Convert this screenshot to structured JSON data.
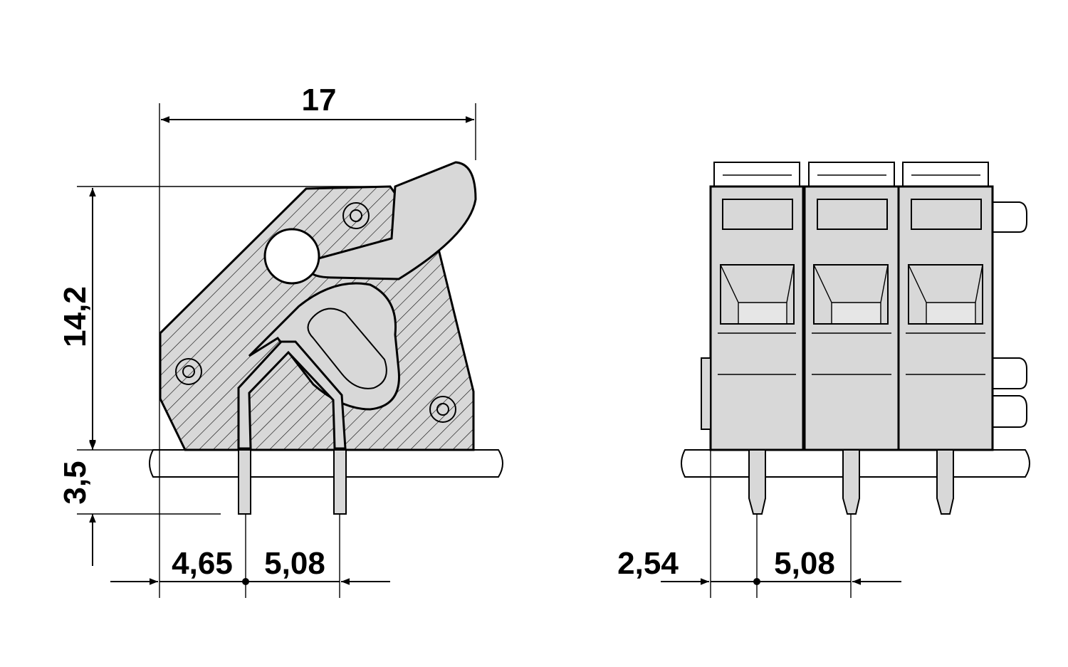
{
  "dimensions": {
    "width_top": "17",
    "height_left": "14,2",
    "pin_length": "3,5",
    "offset_left": "4,65",
    "pitch_left": "5,08",
    "offset_right": "2,54",
    "pitch_right": "5,08"
  },
  "colors": {
    "line": "#000000",
    "body_fill": "#d8d8d8",
    "window_fill": "#e6e6e6"
  }
}
